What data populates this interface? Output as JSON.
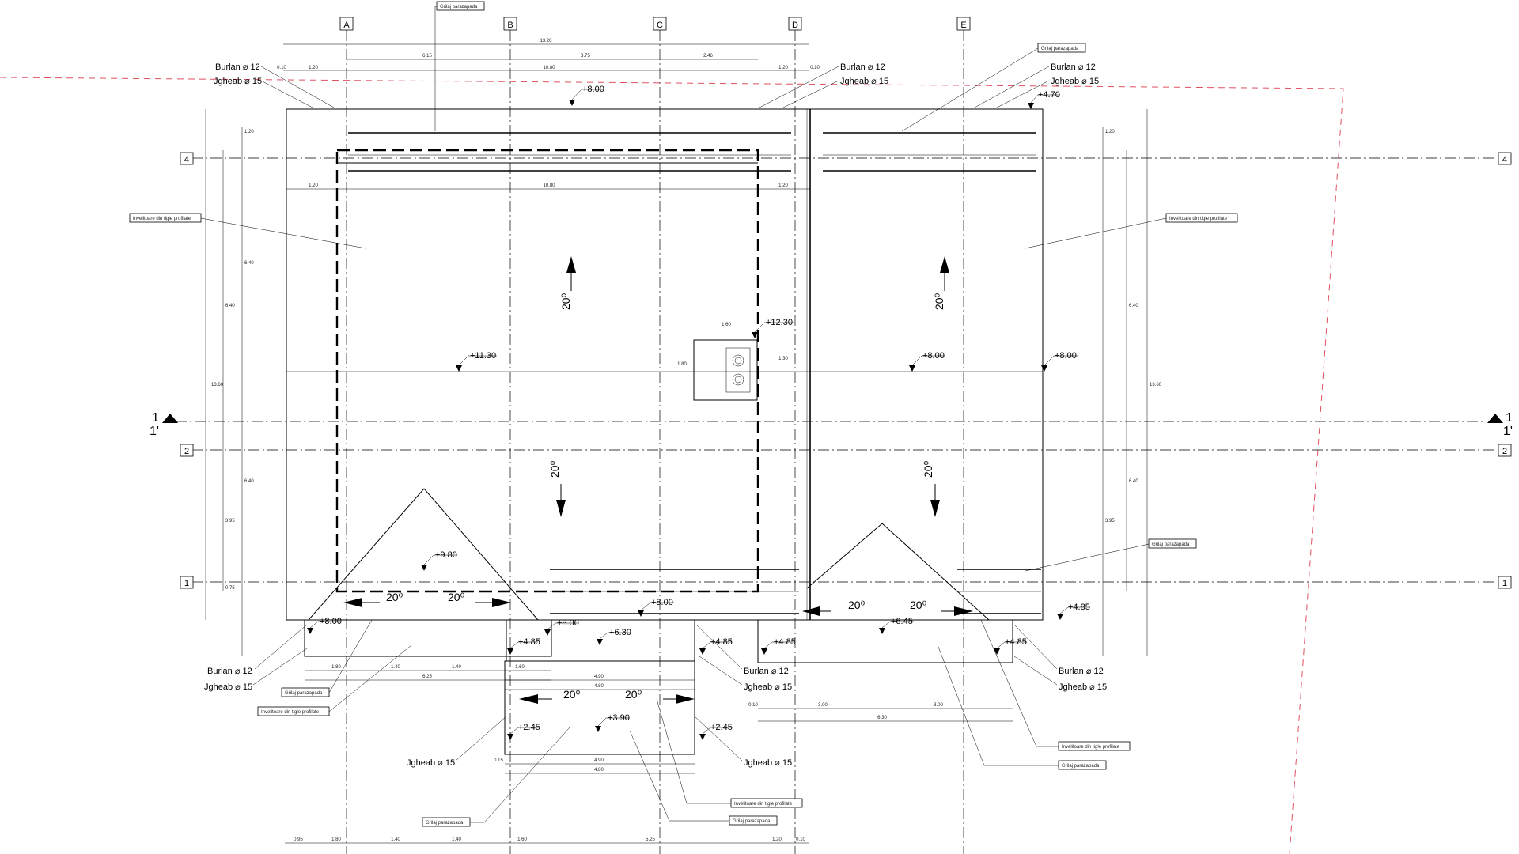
{
  "grid_axes": {
    "columns": [
      "A",
      "B",
      "C",
      "D",
      "E"
    ],
    "rows": [
      "4",
      "2",
      "1"
    ],
    "section_mark": "1",
    "section_mark_alt": "1'"
  },
  "callouts": {
    "grilaj": "Grilaj parazapada",
    "invelitoare": "Invelitoare din tigle profilate"
  },
  "burlan": "Burlan ⌀ 12",
  "jgheab": "Jgheab ⌀ 15",
  "slope": "20⁰",
  "elevations": {
    "e800": "+8.00",
    "e470": "+4.70",
    "e1230": "+12.30",
    "e1130": "+11.30",
    "e980": "+9.80",
    "e630": "+6.30",
    "e485": "+4.85",
    "e645": "+6.45",
    "e390": "+3.90",
    "e245": "+2.45"
  },
  "dims": {
    "top_total": "13.20",
    "top_a": "6.15",
    "top_b": "3.75",
    "top_c": "2.46",
    "row2_a": "0.10",
    "row2_b": "1.20",
    "row2_c": "10.80",
    "row2_d": "1.20",
    "row2_e": "0.10",
    "inner_a": "1.20",
    "inner_b": "10.80",
    "inner_c": "1.20",
    "chimney_w": "1.60",
    "chimney_h": "1.80",
    "chimney_off": "1.30",
    "bot_a": "0.95",
    "bot_b": "1.80",
    "bot_c": "1.40",
    "bot_d": "1.40",
    "bot_e": "1.60",
    "bot_f": "5.25",
    "bot_g": "1.20",
    "bot_h": "0.10",
    "v_total": "13.60",
    "v_a": "6.40",
    "v_b": "6.40",
    "v_c": "3.95",
    "v_d": "1.20",
    "v_e": "0.75",
    "porch_w": "4.90",
    "porch_w2": "4.80",
    "porch_a": "0.15",
    "right_a": "0.10",
    "right_b": "3.00",
    "right_c": "3.00",
    "right_tot": "6.30",
    "left_tot": "6.25"
  }
}
